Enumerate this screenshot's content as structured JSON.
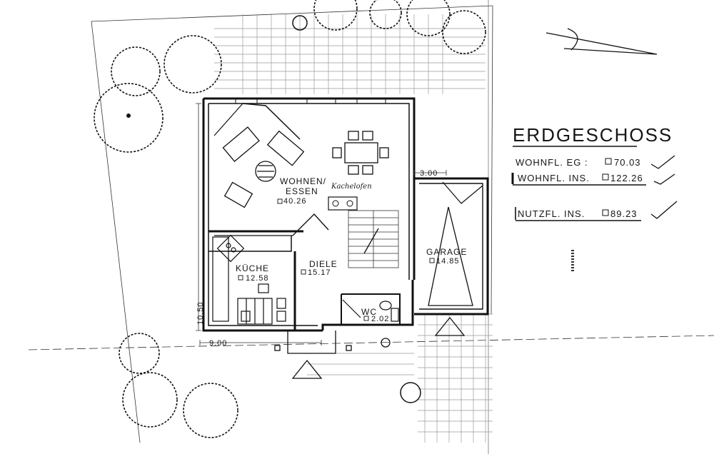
{
  "title": "ERDGESCHOSS",
  "stats": [
    {
      "label": "WOHNFL. EG :",
      "value": "70.03"
    },
    {
      "label": "WOHNFL. INS.",
      "value": "122.26"
    },
    {
      "label": "NUTZFL. INS.",
      "value": "89.23"
    }
  ],
  "rooms": {
    "wohnen": {
      "name1": "WOHNEN/",
      "name2": "ESSEN",
      "area": "40.26"
    },
    "kueche": {
      "name": "KÜCHE",
      "area": "12.58"
    },
    "diele": {
      "name": "DIELE",
      "area": "15.17"
    },
    "garage": {
      "name": "GARAGE",
      "area": "14.85"
    },
    "wc": {
      "name": "WC",
      "area": "2.02"
    }
  },
  "annotations": {
    "kachelofen": "Kachelofen"
  },
  "dimensions": {
    "garage_width": "3.00",
    "house_width": "9.00",
    "house_depth": "10.50"
  },
  "area_symbol": "□"
}
